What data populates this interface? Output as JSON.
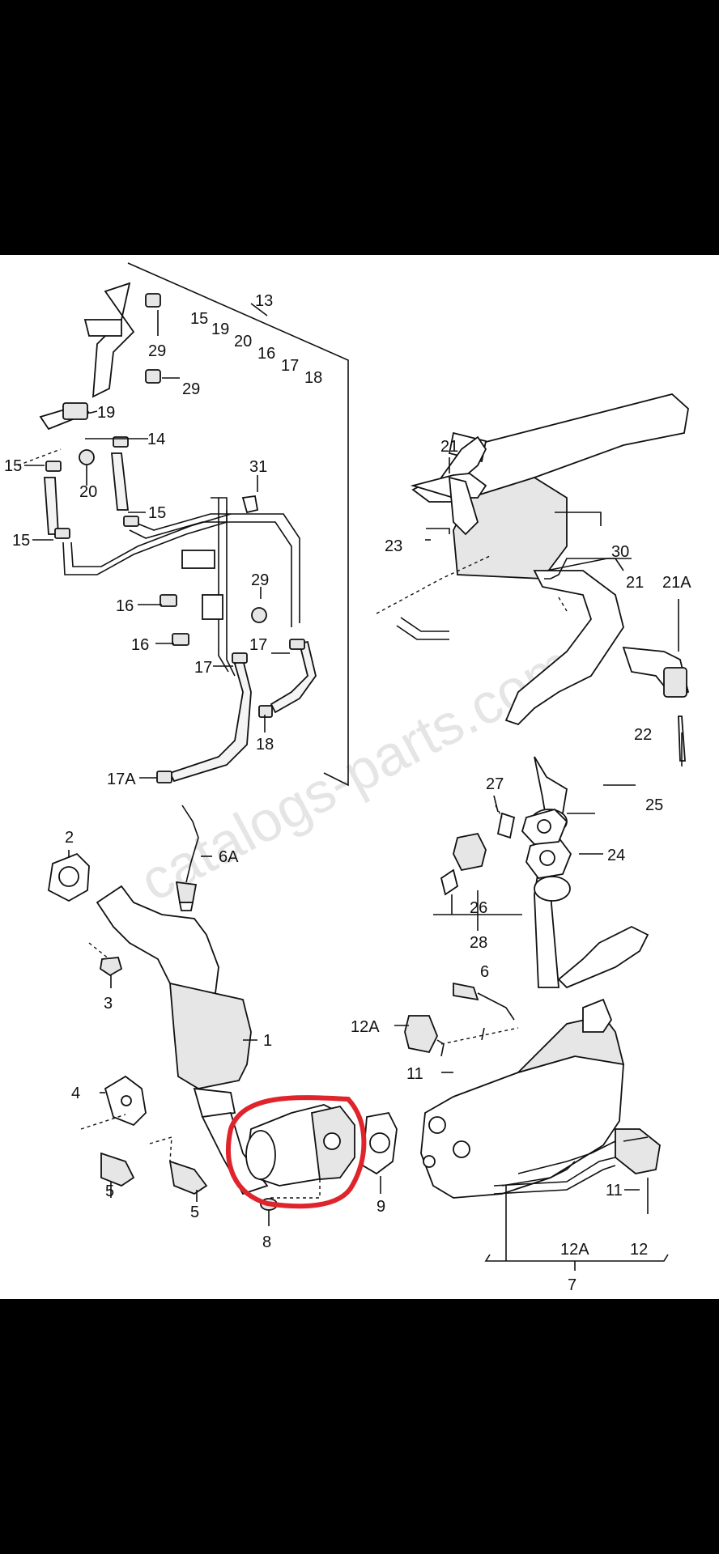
{
  "watermark": "catalogs-parts.com",
  "highlight_color": "#e0242b",
  "callouts": {
    "c13": "13",
    "c15a": "15",
    "c19a": "19",
    "c20a": "20",
    "c16a": "16",
    "c17a": "17",
    "c18a": "18",
    "c29a": "29",
    "c29b": "29",
    "c19": "19",
    "c14": "14",
    "c15b": "15",
    "c20": "20",
    "c15c": "15",
    "c15d": "15",
    "c31": "31",
    "c29c": "29",
    "c16b": "16",
    "c16c": "16",
    "c17b": "17",
    "c17c": "17",
    "c18": "18",
    "c17A": "17A",
    "c21": "21",
    "c23": "23",
    "c30": "30",
    "c21b": "21",
    "c21A": "21A",
    "c22": "22",
    "c27": "27",
    "c25": "25",
    "c24": "24",
    "c26": "26",
    "c28": "28",
    "c2": "2",
    "c6A": "6A",
    "c3": "3",
    "c1": "1",
    "c4": "4",
    "c5a": "5",
    "c5b": "5",
    "c8": "8",
    "c9": "9",
    "c6": "6",
    "c12A": "12A",
    "c11a": "11",
    "c11b": "11",
    "c12": "12",
    "c12Ab": "12A",
    "c7": "7"
  }
}
